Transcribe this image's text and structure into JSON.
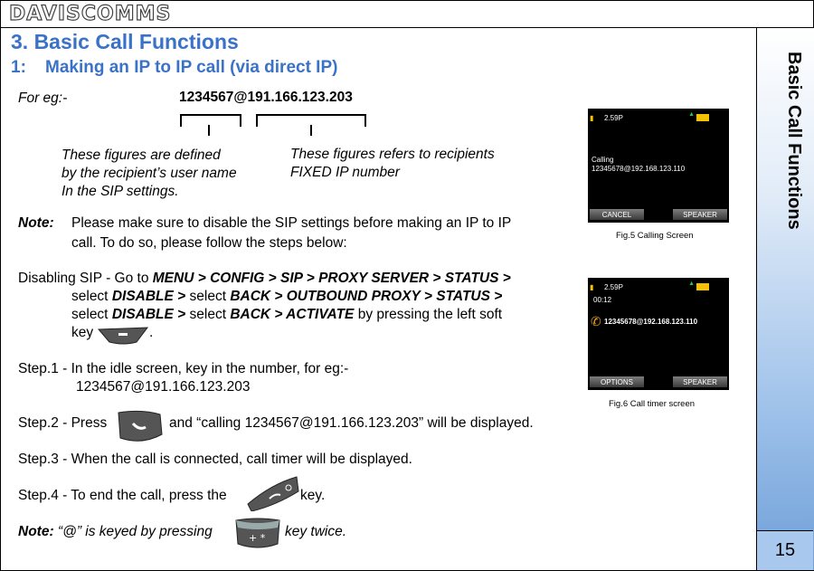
{
  "header": {
    "logo": "DAVISCOMMS"
  },
  "sidebar": {
    "title": "Basic Call Functions",
    "page_number": "15"
  },
  "section": {
    "title": "3. Basic Call Functions",
    "subtitle": "1:    Making an IP to IP call (via direct IP)"
  },
  "example": {
    "label": "For eg:-",
    "value": "1234567@191.166.123.203",
    "left_note": [
      "These figures are defined",
      "by the recipient’s user name",
      "In the SIP settings."
    ],
    "right_note": [
      "These figures refers to recipients",
      "FIXED IP number"
    ]
  },
  "note1": {
    "label": "Note:",
    "line1": "Please make sure to disable the SIP settings before making an IP to IP",
    "line2": "call. To do so, please follow the steps below:"
  },
  "disabling": {
    "l1a": "Disabling SIP - Go to ",
    "l1b": "MENU > CONFIG > SIP > PROXY SERVER > STATUS >",
    "l2a": "select ",
    "l2b": "DISABLE >",
    "l2c": " select ",
    "l2d": "BACK > OUTBOUND PROXY > STATUS >",
    "l3a": "select ",
    "l3b": "DISABLE >",
    "l3c": " select ",
    "l3d": "BACK > ACTIVATE",
    "l3e": " by pressing the left soft",
    "l4a": "key",
    "l4b": "."
  },
  "steps": {
    "s1a": "Step.1 - In the idle screen, key in the number, for eg:-",
    "s1b": "1234567@191.166.123.203",
    "s2a": "Step.2 - Press",
    "s2b": "and “calling 1234567@191.166.123.203” will be displayed.",
    "s3": "Step.3 - When the call is connected, call timer will be displayed.",
    "s4a": "Step.4 - To end the call, press the",
    "s4b": "key."
  },
  "note2": {
    "label": "Note:",
    "text_a": "“@” is keyed by pressing",
    "text_b": "key twice."
  },
  "fig5": {
    "status_time": "2.59P",
    "line1": "Calling",
    "line2": "12345678@192.168.123.110",
    "left_soft": "CANCEL",
    "right_soft": "SPEAKER",
    "caption": "Fig.5 Calling Screen"
  },
  "fig6": {
    "status_time": "2.59P",
    "timer": "00:12",
    "number": "12345678@192.168.123.110",
    "left_soft": "OPTIONS",
    "right_soft": "SPEAKER",
    "caption": "Fig.6 Call timer screen"
  },
  "colors": {
    "heading": "#3a72c8",
    "sidebar_bottom": "#6f9fd8",
    "softkey": "#5a5a5a"
  }
}
